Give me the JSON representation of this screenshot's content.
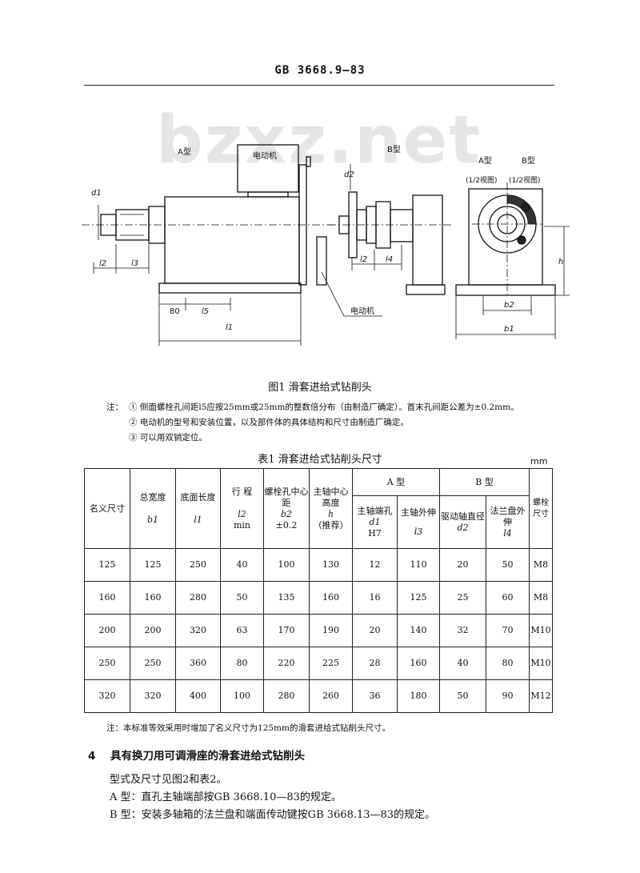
{
  "page": {
    "header": "GB 3668.9—83",
    "watermark": "bzxz.net"
  },
  "figure": {
    "labels": {
      "type_a": "A型",
      "type_b": "B型",
      "motor_top": "电动机",
      "motor_side": "电动机",
      "view_a": "A型",
      "view_b": "B型",
      "half_view_a": "(1/2视图)",
      "half_view_b": "(1/2视图)",
      "d1": "d1",
      "d2": "d2",
      "l1": "l1",
      "l2": "l2",
      "l3": "l3",
      "l4": "l4",
      "l5": "l5",
      "l2b": "l2",
      "dim_80": "80",
      "b1": "b1",
      "b2": "b2",
      "h": "h"
    },
    "caption": "图1  滑套进给式钻削头"
  },
  "notes": {
    "label": "注：",
    "items": [
      "① 侧面螺栓孔间距l5应按25mm或25mm的整数倍分布（由制造厂确定）。首末孔间距公差为±0.2mm。",
      "② 电动机的型号和安装位置，以及部件体的具体结构和尺寸由制造厂确定。",
      "③ 可以用双销定位。"
    ]
  },
  "table": {
    "caption": "表1  滑套进给式钻削头尺寸",
    "unit": "mm",
    "headers": {
      "nominal": "名义尺寸",
      "total_width": "总宽度",
      "total_width_sym": "b1",
      "base_length": "底面长度",
      "base_length_sym": "l1",
      "stroke": "行  程",
      "stroke_sym": "l2",
      "stroke_min": "min",
      "bolt_spacing": "螺栓孔中心距",
      "bolt_spacing_sym": "b2",
      "bolt_spacing_tol": "±0.2",
      "spindle_height": "主轴中心高度",
      "spindle_height_sym": "h",
      "spindle_height_rec": "（推荐）",
      "type_a": "A 型",
      "a_bore": "主轴端孔",
      "a_bore_sym": "d1",
      "a_bore_fit": "H7",
      "a_ext": "主轴外伸",
      "a_ext_sym": "l3",
      "type_b": "B 型",
      "b_drive": "驱动轴直径",
      "b_drive_sym": "d2",
      "b_flange": "法兰盘外伸",
      "b_flange_sym": "l4",
      "bolt": "螺栓尺寸"
    },
    "rows": [
      [
        "125",
        "125",
        "250",
        "40",
        "100",
        "130",
        "12",
        "110",
        "20",
        "50",
        "M8"
      ],
      [
        "160",
        "160",
        "280",
        "50",
        "135",
        "160",
        "16",
        "125",
        "25",
        "60",
        "M8"
      ],
      [
        "200",
        "200",
        "320",
        "63",
        "170",
        "190",
        "20",
        "140",
        "32",
        "70",
        "M10"
      ],
      [
        "250",
        "250",
        "360",
        "80",
        "220",
        "225",
        "28",
        "160",
        "40",
        "80",
        "M10"
      ],
      [
        "320",
        "320",
        "400",
        "100",
        "280",
        "260",
        "36",
        "180",
        "50",
        "90",
        "M12"
      ]
    ],
    "note": "注：本标准等效采用时增加了名义尺寸为125mm的滑套进给式钻削头尺寸。"
  },
  "section": {
    "number": "4",
    "title": "具有换刀用可调滑座的滑套进给式钻削头",
    "lines": [
      "型式及尺寸见图2和表2。",
      "A 型：直孔主轴端部按GB 3668.10—83的规定。",
      "B 型：安装多轴箱的法兰盘和端面传动键按GB 3668.13—83的规定。"
    ]
  }
}
